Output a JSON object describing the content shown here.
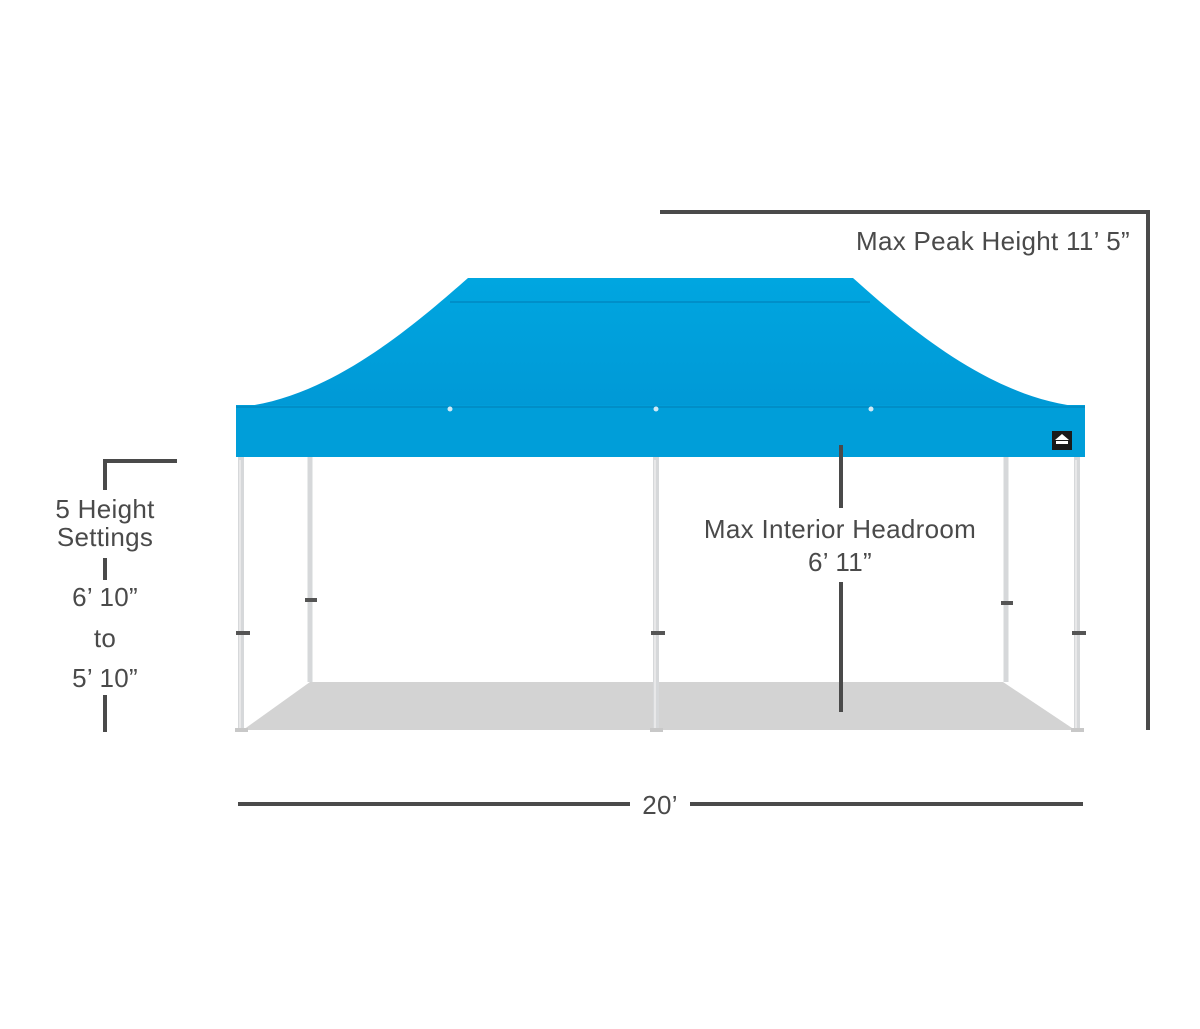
{
  "diagram": {
    "peak_height_label": "Max Peak Height 11’ 5”",
    "headroom": {
      "line1": "Max Interior Headroom",
      "line2": "6’ 11”"
    },
    "height_settings": {
      "line1": "5 Height",
      "line2": "Settings",
      "max": "6’ 10”",
      "connector": "to",
      "min": "5’ 10”"
    },
    "width_label": "20’"
  },
  "colors": {
    "canopy": "#00a0db",
    "canopy_dark": "#0093cd",
    "frame": "#d6d8da",
    "floor": "#d3d3d3",
    "dimension_line": "#4a4a4a",
    "text": "#4a4a4a"
  },
  "icons": {
    "logo": "brand-logo-tag"
  }
}
